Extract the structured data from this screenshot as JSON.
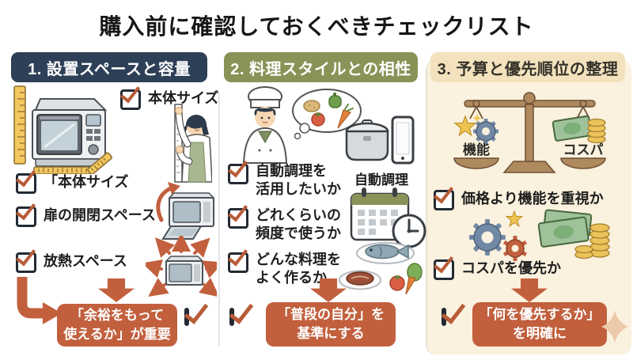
{
  "title": "購入前に確認しておくべきチェックリスト",
  "columns": [
    {
      "header": "1. 設置スペースと容量",
      "top_check_label": "本体サイズ",
      "items": [
        "「本体サイズ",
        "扉の開閉スペース",
        "放熱スペース"
      ],
      "conclusion": {
        "l1": "「余裕をもって",
        "l2": "使えるか」が重要"
      }
    },
    {
      "header": "2. 料理スタイルとの相性",
      "caption": "自動調理",
      "items": [
        {
          "l1": "自動調理を",
          "l2": "活用したいか"
        },
        {
          "l1": "どれくらいの",
          "l2": "頻度で使うか"
        },
        {
          "l1": "どんな料理を",
          "l2": "よく作るか"
        }
      ],
      "conclusion": {
        "l1": "「普段の自分」を",
        "l2": "基準にする"
      }
    },
    {
      "header": "3. 予算と優先順位の整理",
      "scale_left_label": "機能",
      "scale_right_label": "コスパ",
      "items": [
        "価格より機能を重視か",
        "コスパを優先か"
      ],
      "conclusion": {
        "l1": "「何を優先するか」",
        "l2": "を明確に"
      }
    }
  ],
  "colors": {
    "header1_bg": "#2e4057",
    "header2_bg": "#8b9257",
    "header3_bg": "#f3e2bd",
    "column3_panel_bg": "#faf1de",
    "accent_orange": "#c2603e",
    "check_orange": "#b85c38",
    "ruler_yellow": "#f2c85f",
    "coin_yellow": "#ecc25a",
    "money_green": "#9fc29b",
    "gear_blue": "#7189a5"
  },
  "icons": {
    "checkbox_check": "✓",
    "down_arrow": "▼",
    "corner_arrow": "↳",
    "sparkle": "✦"
  }
}
